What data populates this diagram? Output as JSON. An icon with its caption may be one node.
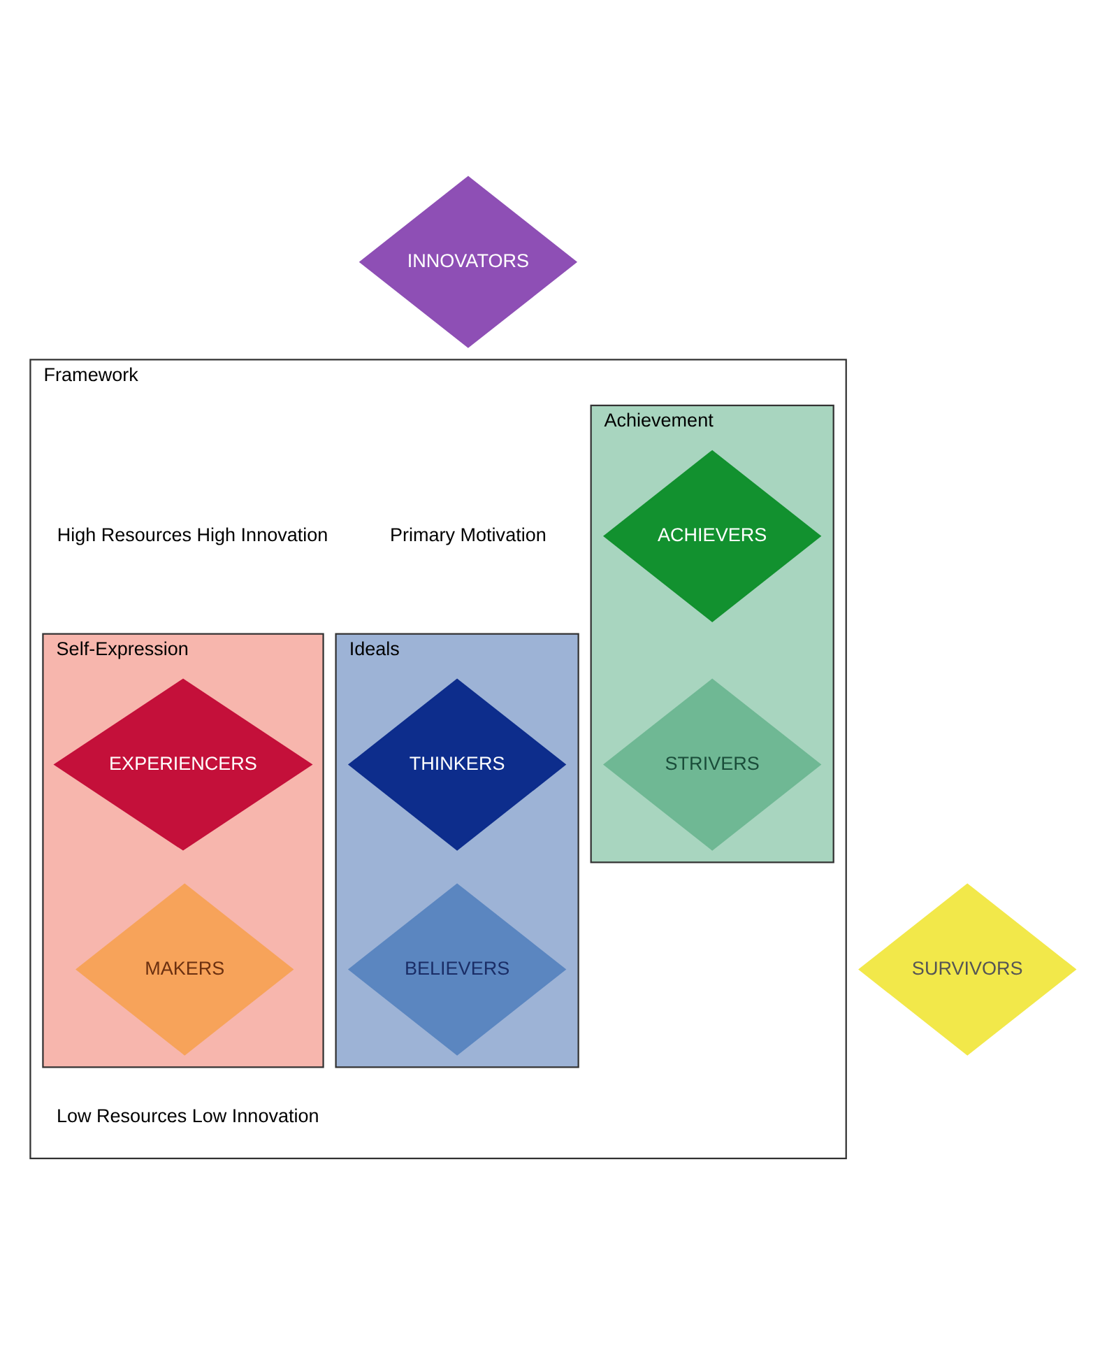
{
  "diagram": {
    "nodes": [
      {
        "text": [
          "Framework"
        ]
      },
      {
        "text": [
          "INNOVATORS"
        ]
      },
      {
        "text": [
          "Ideals"
        ],
        "in": 0
      },
      {
        "text": [
          "Achievement"
        ],
        "in": 0
      },
      {
        "text": [
          "Self-Expression"
        ],
        "in": 0
      },
      {
        "text": [
          "THINKERS"
        ],
        "in": 2
      },
      {
        "text": [
          "ACHIEVERS"
        ],
        "in": 3
      },
      {
        "text": [
          "EXPERIENCERS"
        ],
        "in": 4
      },
      {
        "text": [
          "BELIEVERS"
        ],
        "in": 2
      },
      {
        "text": [
          "STRIVERS"
        ],
        "in": 3
      },
      {
        "text": [
          "MAKERS"
        ],
        "in": 4
      },
      {
        "text": [
          "SURVIVORS"
        ]
      }
    ],
    "edges": [],
    "labels": [
      "Primary Motivation",
      "High Resources High Innovation",
      "Low Resources Low Innovation"
    ]
  }
}
